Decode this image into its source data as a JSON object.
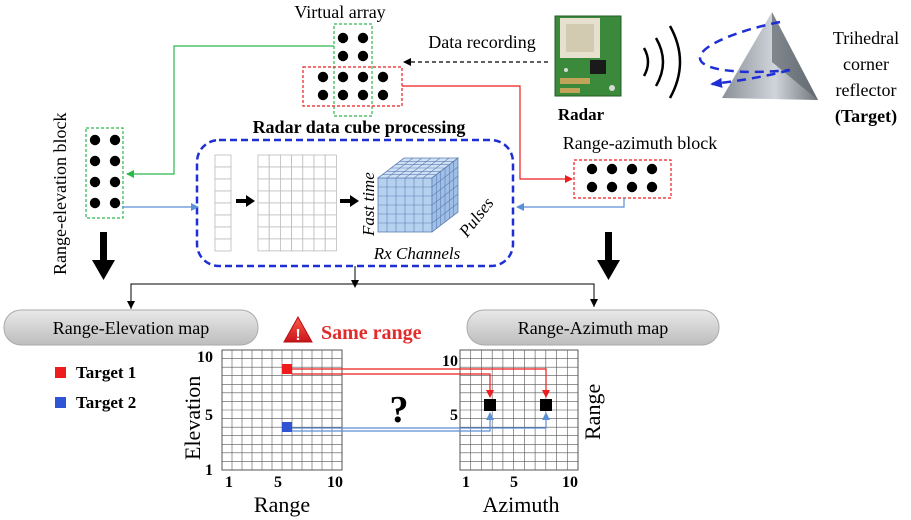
{
  "labels": {
    "virtual_array": "Virtual array",
    "data_recording": "Data recording",
    "radar": "Radar",
    "reflector_line1": "Trihedral",
    "reflector_line2": "corner",
    "reflector_line3": "reflector",
    "reflector_line4": "(Target)",
    "range_elevation_block": "Range-elevation block",
    "range_azimuth_block": "Range-azimuth block",
    "cube_title": "Radar data cube processing",
    "fast_time": "Fast time",
    "pulses": "Pulses",
    "rx_channels": "Rx Channels",
    "range_elevation_map": "Range-Elevation map",
    "range_azimuth_map": "Range-Azimuth map",
    "same_range": "Same range",
    "warning_glyph": "!",
    "question": "?",
    "target1": "Target 1",
    "target2": "Target 2"
  },
  "plot_left": {
    "ylabel": "Elevation",
    "xlabel": "Range",
    "yticks": [
      "10",
      "5",
      "1"
    ],
    "xticks": [
      "1",
      "5",
      "10"
    ]
  },
  "plot_right": {
    "ylabel": "Range",
    "xlabel": "Azimuth",
    "yticks": [
      "10",
      "5"
    ],
    "xticks": [
      "1",
      "5",
      "10"
    ]
  },
  "colors": {
    "target1": "#ee1c1c",
    "target2": "#2f55d4",
    "green": "#2db84a",
    "dashed_blue": "#1f2fd6",
    "link_blue": "#5b8fd6",
    "cube": "#b6d1ef",
    "warning": "#e32a2a"
  }
}
